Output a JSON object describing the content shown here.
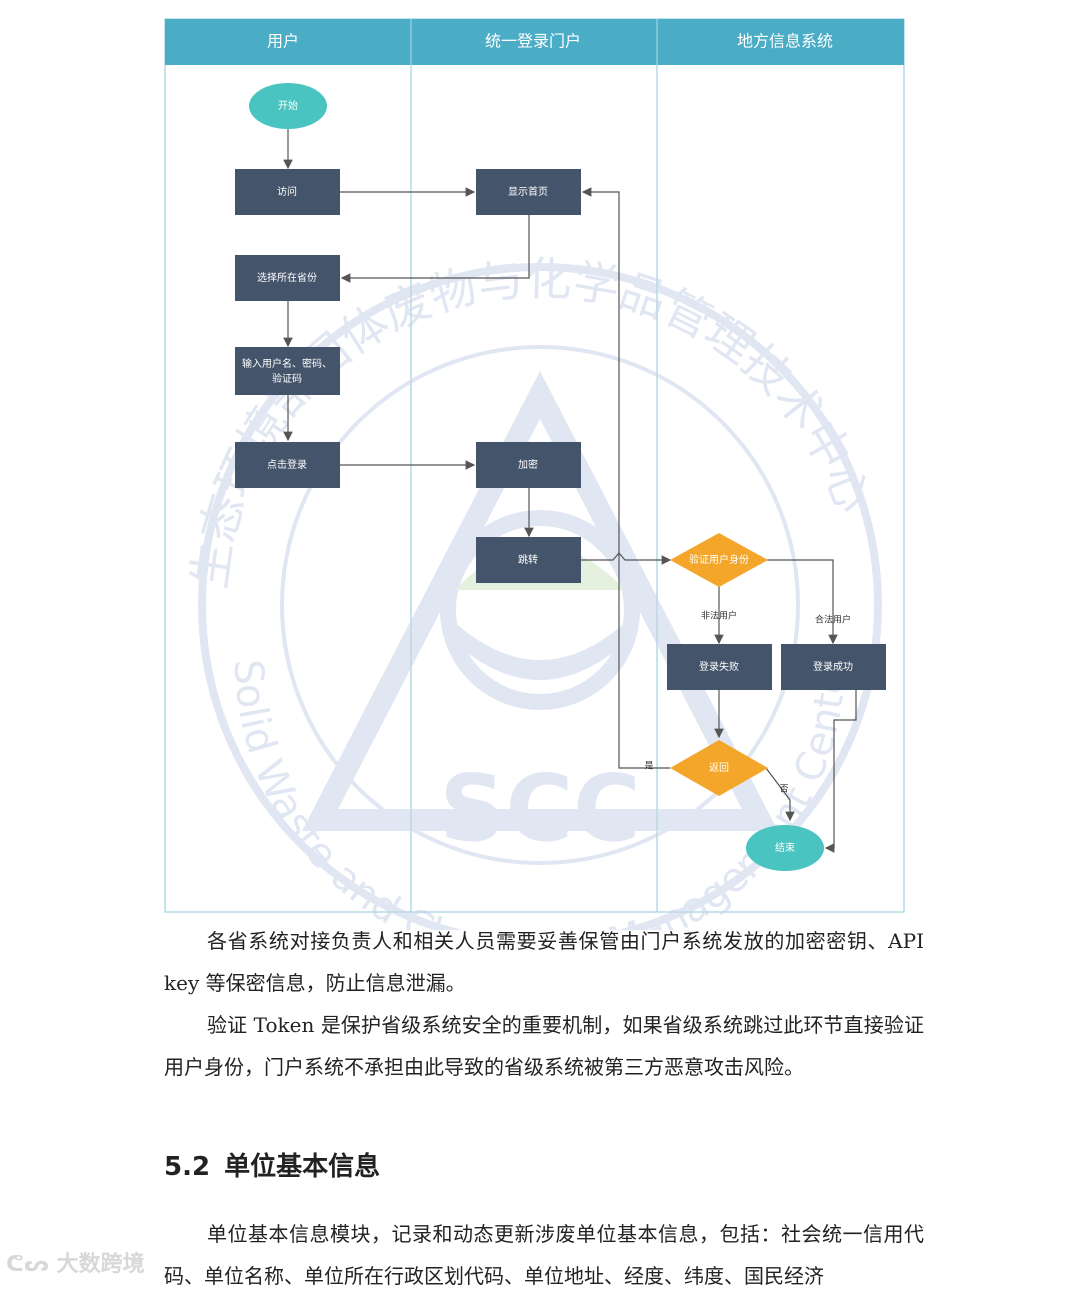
{
  "lanes": [
    "用户",
    "统一登录门户",
    "地方信息系统"
  ],
  "nodes": {
    "start": "开始",
    "visit": "访问",
    "show_home": "显示首页",
    "select_province": "选择所在省份",
    "input_line1": "输入用户名、密码、",
    "input_line2": "验证码",
    "click_login": "点击登录",
    "encrypt": "加密",
    "redirect": "跳转",
    "verify_identity": "验证用户身份",
    "login_fail": "登录失败",
    "login_success": "登录成功",
    "return": "返回",
    "end": "结束"
  },
  "edges": {
    "illegal_user": "非法用户",
    "legal_user": "合法用户",
    "yes": "是",
    "no": "否"
  },
  "watermark": {
    "cn_arc": "生态环境部固体废物与化学品管理技术中心",
    "en_arc": "Solid Waste and Chemicals Management Center, MEE",
    "logo": "SCC"
  },
  "body": {
    "para1": "各省系统对接负责人和相关人员需要妥善保管由门户系统发放的加密密钥、API key 等保密信息，防止信息泄漏。",
    "para2": "验证 Token 是保护省级系统安全的重要机制，如果省级系统跳过此环节直接验证用户身份，门户系统不承担由此导致的省级系统被第三方恶意攻击风险。",
    "section_num": "5.2",
    "section_title": "单位基本信息",
    "para3": "单位基本信息模块，记录和动态更新涉废单位基本信息，包括：社会统一信用代码、单位名称、单位所在行政区划代码、单位地址、经度、纬度、国民经济"
  },
  "footer": "大数跨境",
  "colors": {
    "lane_header": "#4bacc6",
    "process": "#44546a",
    "start_end": "#49c4c0",
    "decision": "#f4a62a",
    "watermark": "#c9d3ea"
  }
}
